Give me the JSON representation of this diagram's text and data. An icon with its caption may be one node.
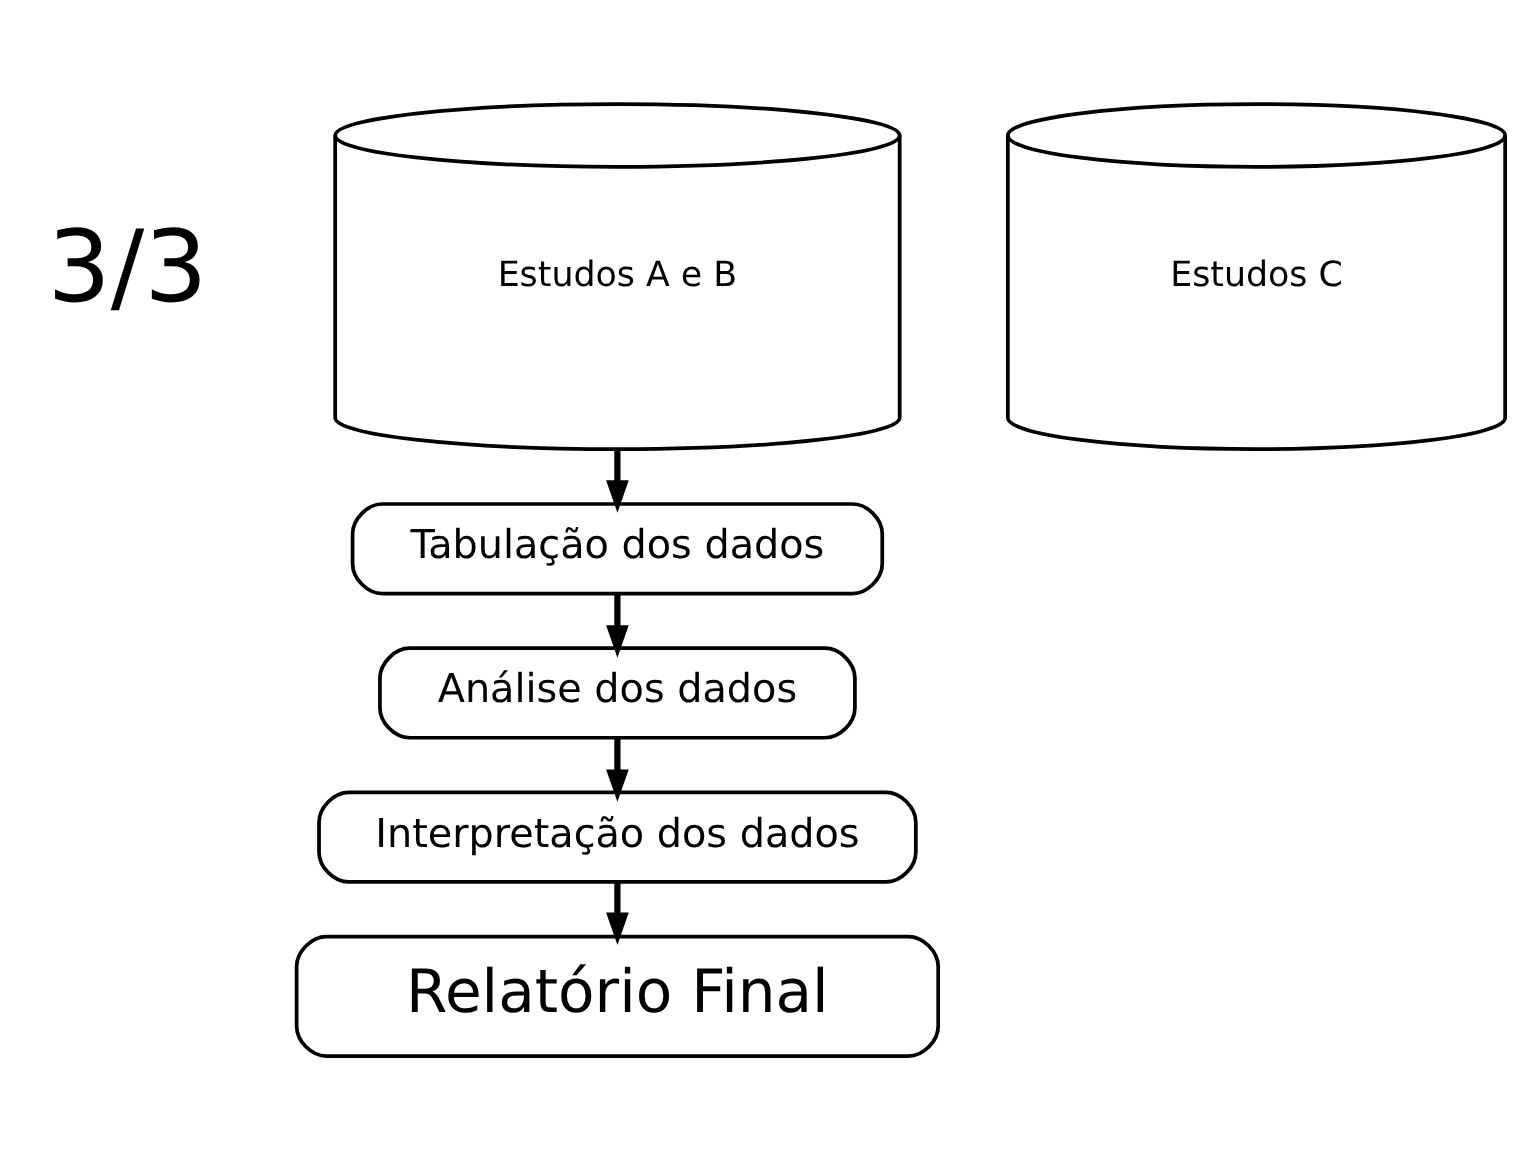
{
  "diagram": {
    "nodes": [
      {
        "text": [
          "Estudos A e B"
        ]
      },
      {
        "text": [
          "Estudos C"
        ]
      },
      {
        "text": [
          "Tabulação dos dados"
        ]
      },
      {
        "text": [
          "Análise dos dados"
        ]
      },
      {
        "text": [
          "Interpretação dos dados"
        ]
      },
      {
        "text": [
          "Relatório Final"
        ]
      }
    ],
    "edges": [
      {
        "from": 0,
        "to": 2,
        "arrow": "to"
      },
      {
        "from": 2,
        "to": 3,
        "arrow": "to"
      },
      {
        "from": 3,
        "to": 4,
        "arrow": "to"
      },
      {
        "from": 4,
        "to": 5,
        "arrow": "to"
      }
    ],
    "labels": [
      "3/3"
    ]
  }
}
